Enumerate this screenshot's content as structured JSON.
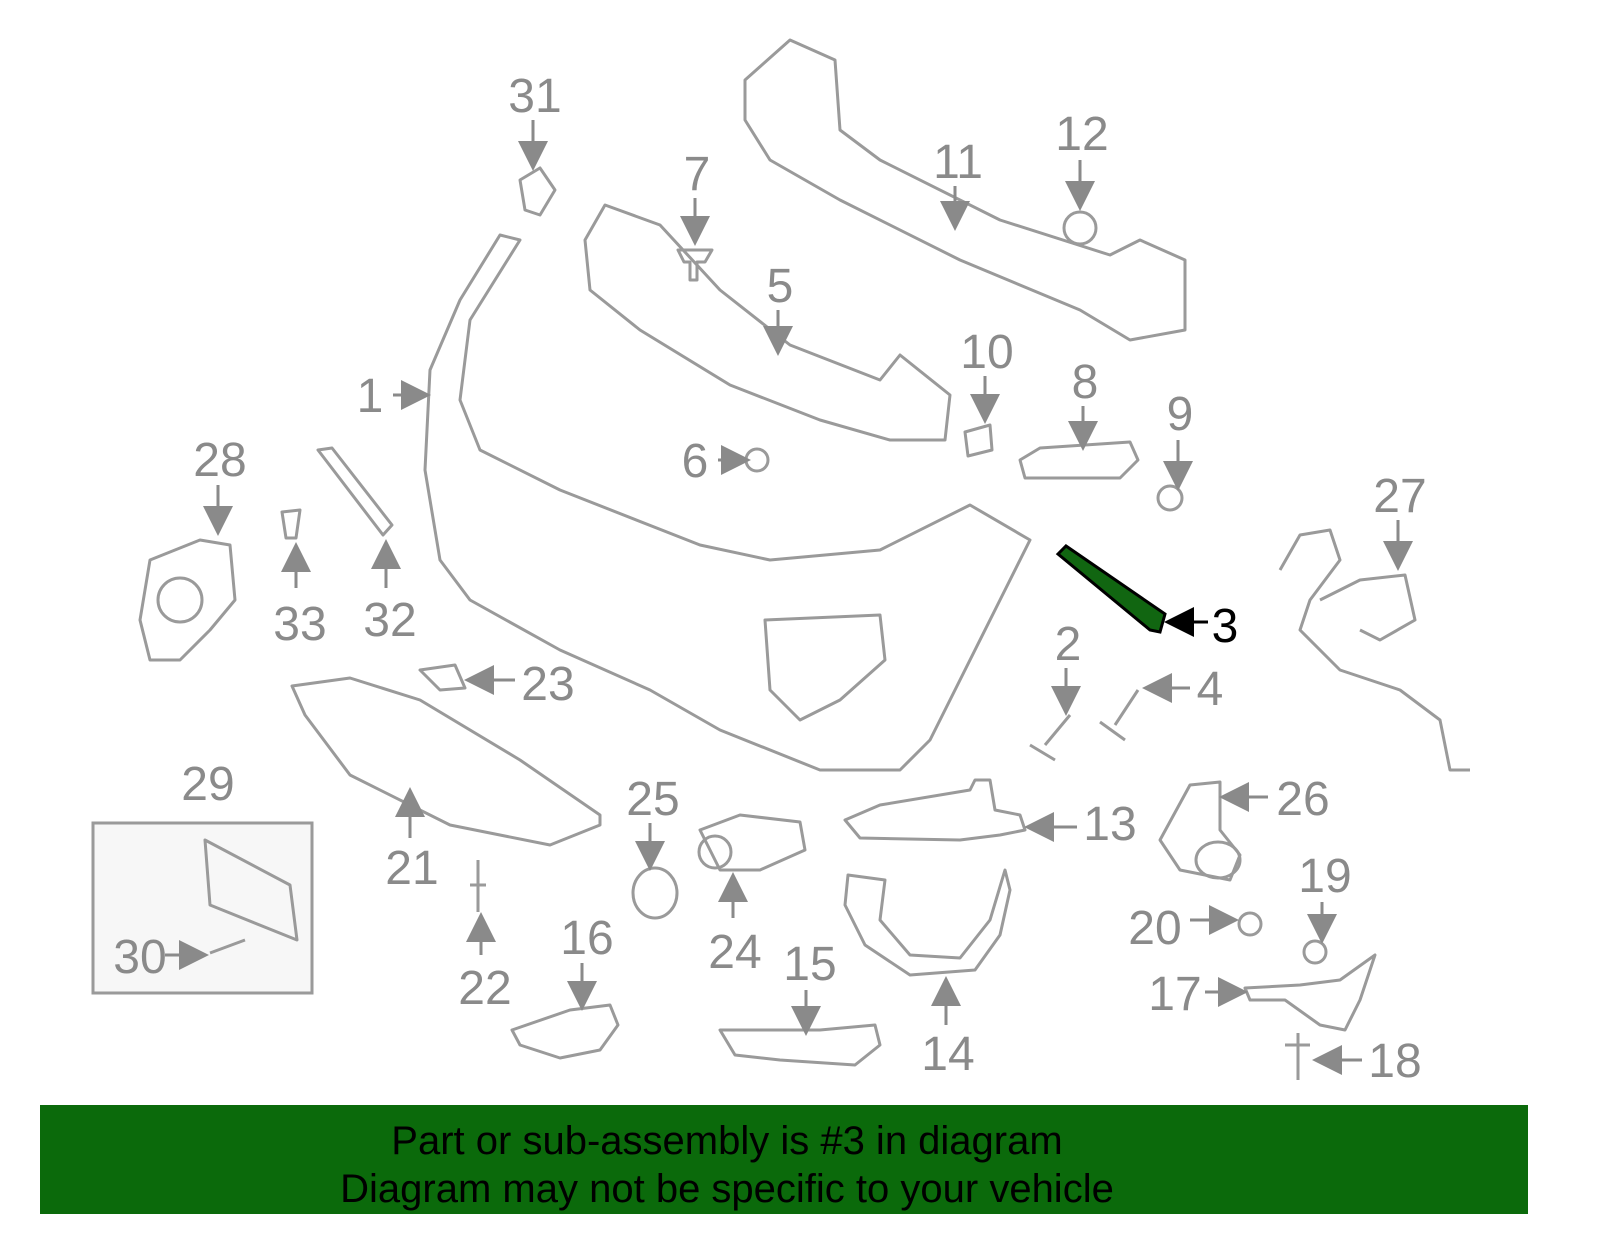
{
  "diagram": {
    "highlighted_part": "3",
    "highlight_color": "#116611",
    "callouts": [
      "31",
      "7",
      "5",
      "11",
      "12",
      "10",
      "8",
      "9",
      "1",
      "6",
      "28",
      "27",
      "33",
      "32",
      "3",
      "2",
      "4",
      "23",
      "29",
      "25",
      "26",
      "13",
      "21",
      "19",
      "20",
      "24",
      "16",
      "15",
      "22",
      "30",
      "14",
      "17",
      "18"
    ]
  },
  "banner": {
    "color": "#0b6a0b",
    "line1": "Part or sub-assembly is #3 in diagram",
    "line2": "Diagram may not be specific to your vehicle"
  }
}
